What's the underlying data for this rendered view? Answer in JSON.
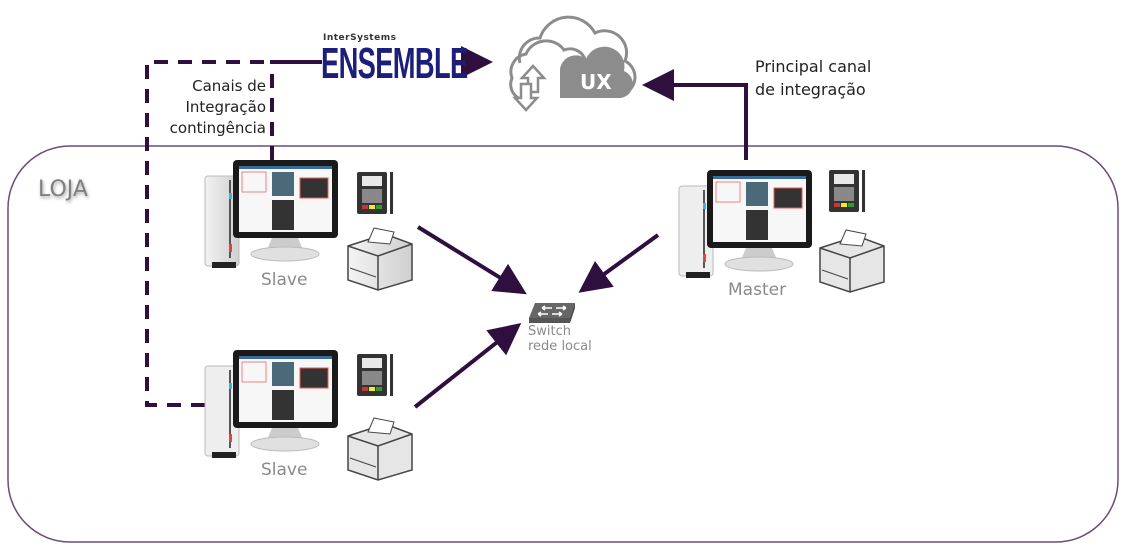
{
  "title": "Arquitetura de integração da loja",
  "colors": {
    "connector": "#2e0f3e",
    "store_border": "#6b4a80",
    "cloud": "#8c8c8c",
    "ensemble_text": "#1d1d7a",
    "label_gray": "#8a8a8a"
  },
  "store": {
    "label": "LOJA"
  },
  "ensemble": {
    "brand_small": "InterSystems",
    "brand_big": "ENSEMBLE",
    "icon": "ensemble-logo"
  },
  "cloud": {
    "label": "UX",
    "icon": "cloud-sync-icon"
  },
  "labels": {
    "contingency": [
      "Canais de",
      "Integração",
      "contingência"
    ],
    "main_channel": [
      "Principal canal",
      "de integração"
    ]
  },
  "nodes": [
    {
      "id": "slave-1",
      "label": "Slave",
      "role": "slave"
    },
    {
      "id": "master",
      "label": "Master",
      "role": "master"
    },
    {
      "id": "slave-2",
      "label": "Slave",
      "role": "slave"
    }
  ],
  "switch": {
    "label_line1": "Switch",
    "label_line2": "rede local",
    "icon": "network-switch-icon"
  },
  "edges": [
    {
      "from": "slave-1",
      "to": "switch",
      "style": "solid"
    },
    {
      "from": "master",
      "to": "switch",
      "style": "solid"
    },
    {
      "from": "slave-2",
      "to": "switch",
      "style": "solid"
    },
    {
      "from": "master",
      "to": "cloud",
      "style": "solid",
      "label": "Principal canal de integração"
    },
    {
      "from": "slave-1",
      "to": "ensemble",
      "style": "dashed"
    },
    {
      "from": "slave-2",
      "to": "ensemble",
      "style": "dashed"
    },
    {
      "from": "ensemble",
      "to": "cloud",
      "style": "solid"
    }
  ]
}
